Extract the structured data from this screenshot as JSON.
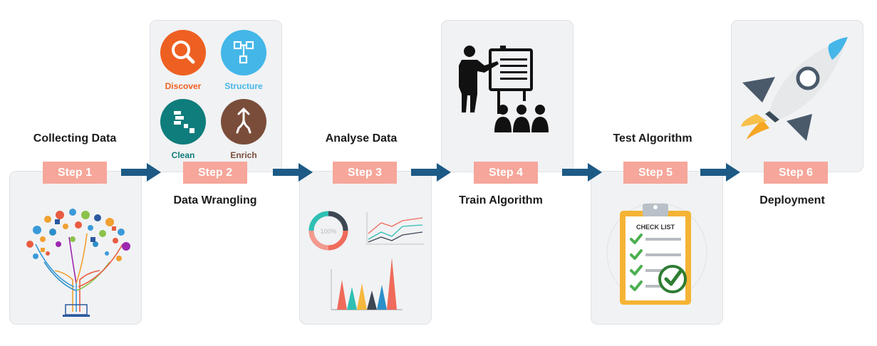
{
  "steps": [
    {
      "label": "Step 1",
      "title": "Collecting Data"
    },
    {
      "label": "Step 2",
      "title": "Data Wrangling"
    },
    {
      "label": "Step 3",
      "title": "Analyse Data"
    },
    {
      "label": "Step 4",
      "title": "Train Algorithm"
    },
    {
      "label": "Step 5",
      "title": "Test Algorithm"
    },
    {
      "label": "Step 6",
      "title": "Deployment"
    }
  ],
  "wrangling": {
    "discover": "Discover",
    "structure": "Structure",
    "clean": "Clean",
    "enrich": "Enrich"
  },
  "analysis": {
    "donut_value": "100%"
  },
  "checklist": {
    "title": "CHECK LIST"
  },
  "colors": {
    "step_badge": "#f6a69a",
    "arrow": "#1d5a86",
    "card_bg": "#f1f2f4",
    "discover": "#ee6022",
    "structure": "#44b6e8",
    "clean": "#0f7d7c",
    "enrich": "#7a4d3a"
  }
}
